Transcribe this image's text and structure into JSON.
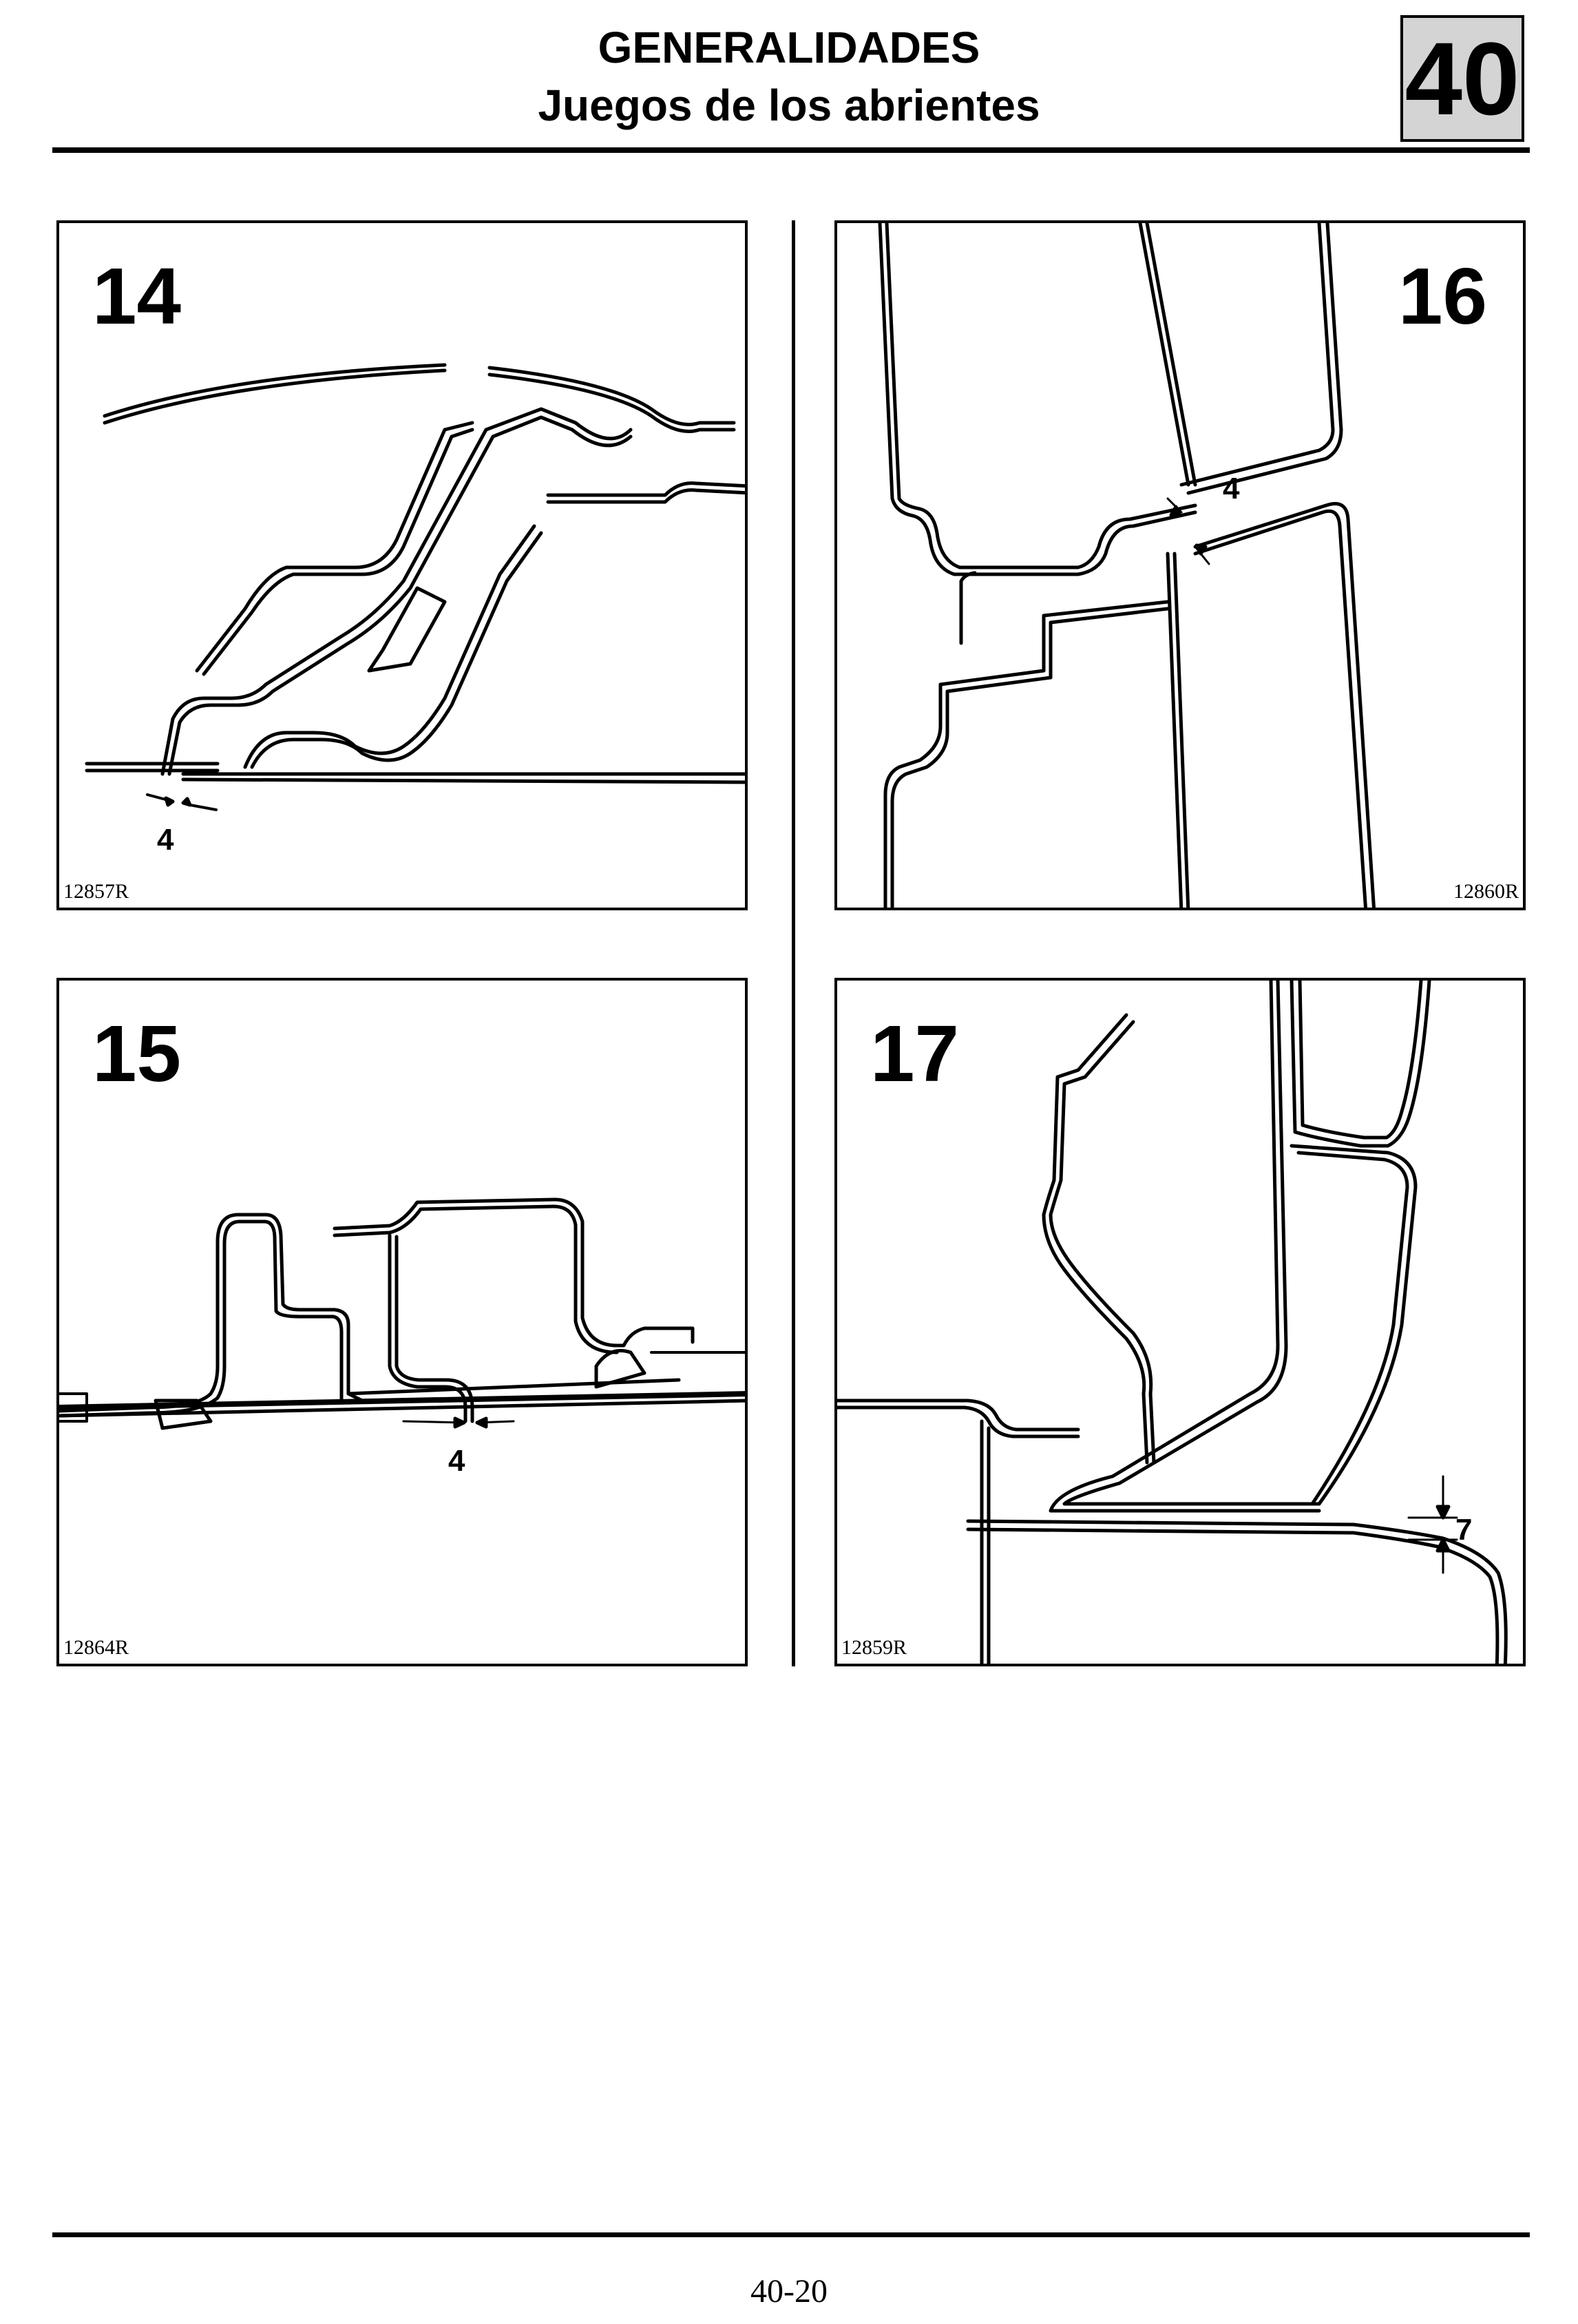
{
  "header": {
    "title": "GENERALIDADES",
    "subtitle": "Juegos de los abrientes",
    "section_number": "40"
  },
  "figures": [
    {
      "number": "14",
      "reference": "12857R",
      "dimension": "4"
    },
    {
      "number": "16",
      "reference": "12860R",
      "dimension": "4"
    },
    {
      "number": "15",
      "reference": "12864R",
      "dimension": "4"
    },
    {
      "number": "17",
      "reference": "12859R",
      "dimension": "7"
    }
  ],
  "footer": {
    "page_number": "40-20"
  }
}
